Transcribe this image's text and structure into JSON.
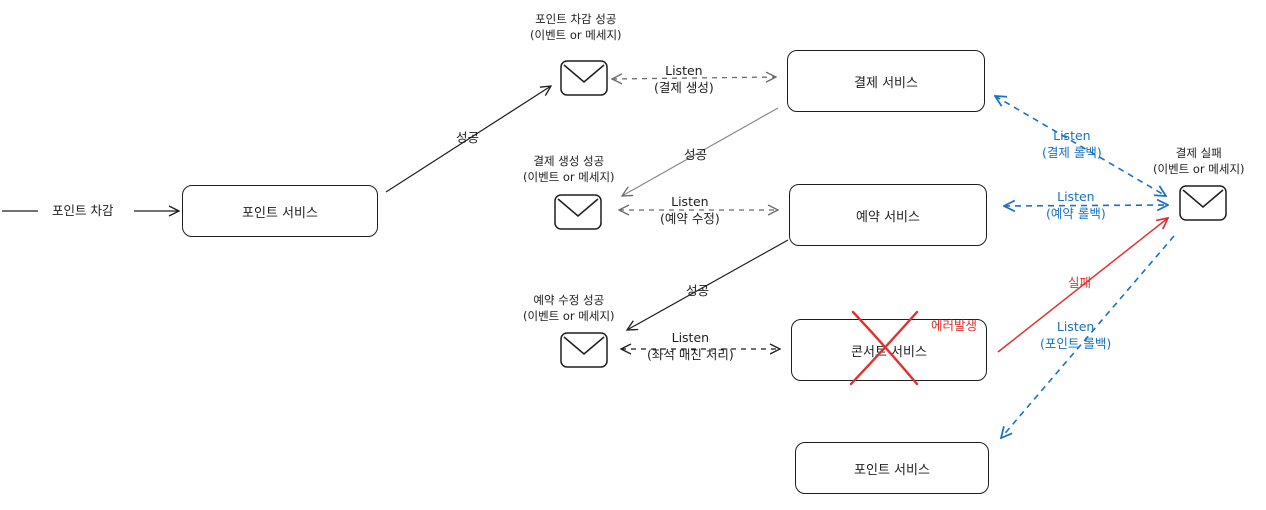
{
  "services": {
    "point_left": "포인트 서비스",
    "payment": "결제 서비스",
    "reservation": "예약 서비스",
    "concert": "콘서트 서비스",
    "point_bottom": "포인트 서비스"
  },
  "labels": {
    "input": "포인트 차감",
    "success_1": "성공",
    "success_2": "성공",
    "success_3": "성공",
    "failure": "실패",
    "error": "에러발생"
  },
  "messages": {
    "point_deducted": [
      "포인트 차감 성공",
      "(이벤트 or 메세지)"
    ],
    "payment_created": [
      "결제 생성 성공",
      "(이벤트 or 메세지)"
    ],
    "reservation_updated": [
      "예약 수정 성공",
      "(이벤트 or 메세지)"
    ],
    "payment_failed": [
      "결제 실패",
      "(이벤트 or 메세지)"
    ]
  },
  "listens": {
    "payment_create": [
      "Listen",
      "(결제 생성)"
    ],
    "reservation_update": [
      "Listen",
      "(예약 수정)"
    ],
    "seat_sold": [
      "Listen",
      "(좌석 매진 처리)"
    ],
    "payment_rollback": [
      "Listen",
      "(결제 롤백)"
    ],
    "reservation_rollback": [
      "Listen",
      "(예약 롤백)"
    ],
    "point_rollback": [
      "Listen",
      "(포인트 롤백)"
    ]
  },
  "colors": {
    "stroke": "#1e1e1e",
    "dashed_gray": "#6b6b6b",
    "rollback_blue": "#1971c2",
    "error_red": "#e03131"
  }
}
